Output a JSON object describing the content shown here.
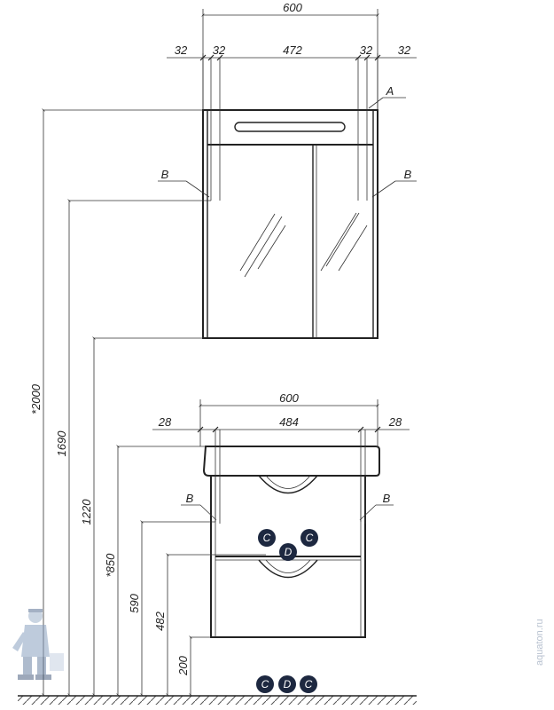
{
  "cabinet": {
    "width": "600",
    "side_left": "32",
    "inner_left": "32",
    "inner": "472",
    "inner_right": "32",
    "side_right": "32",
    "label_a": "A",
    "label_b_left": "B",
    "label_b_right": "B"
  },
  "vanity": {
    "width": "600",
    "side_left": "28",
    "inner": "484",
    "side_right": "28",
    "label_b_left": "B",
    "label_b_right": "B"
  },
  "heights": {
    "h2000": "*2000",
    "h1690": "1690",
    "h1220": "1220",
    "h850": "*850",
    "h590": "590",
    "h482": "482",
    "h200": "200"
  },
  "badges": {
    "c": "C",
    "d": "D"
  },
  "colors": {
    "badge": "#1d2840",
    "line": "#222222"
  },
  "watermark": "aquaton.ru"
}
